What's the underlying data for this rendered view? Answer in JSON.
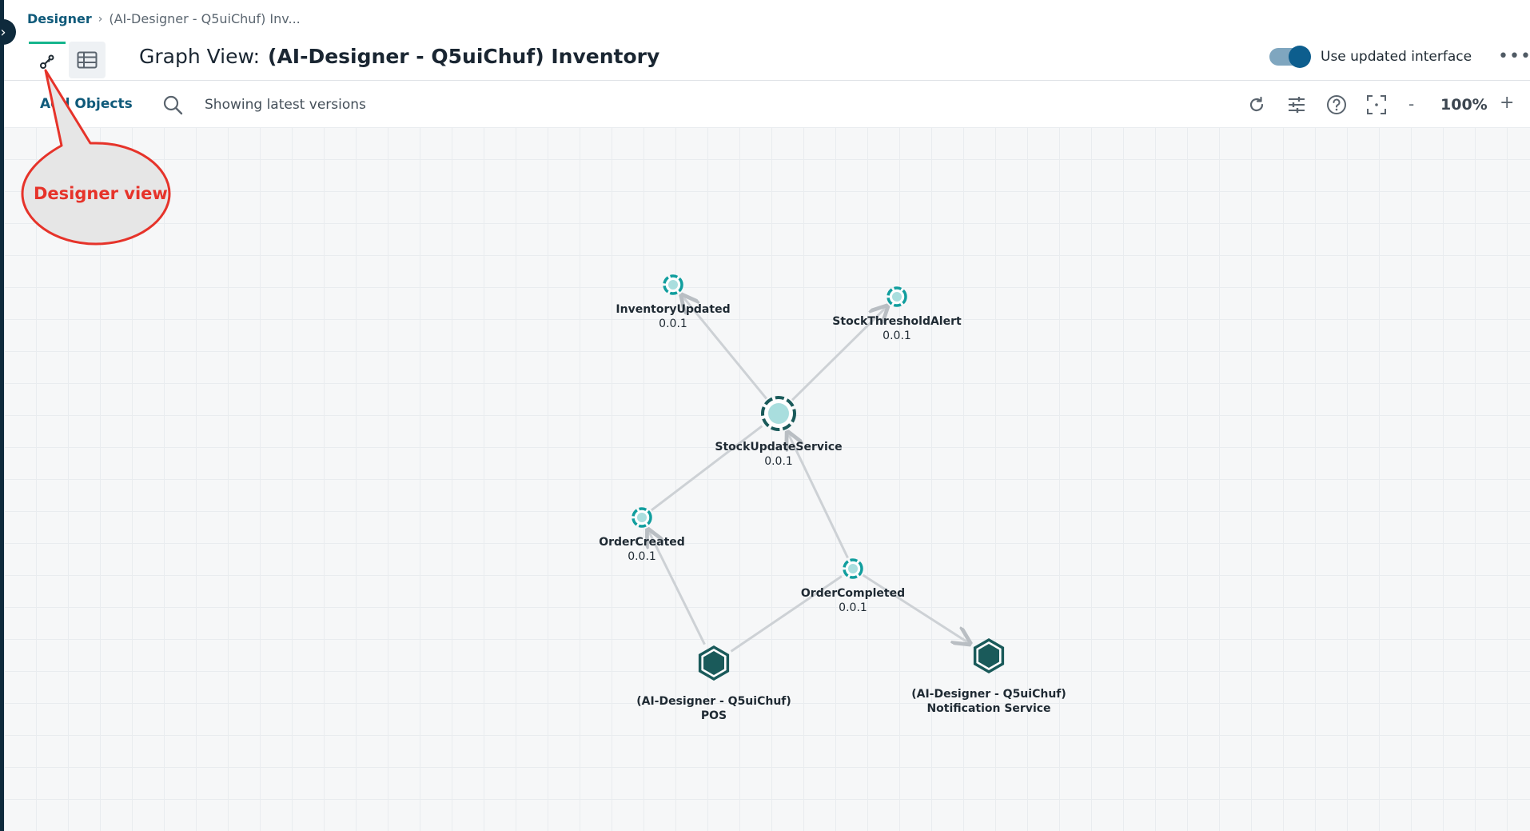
{
  "breadcrumb": {
    "root": "Designer",
    "current": "(AI-Designer - Q5uiChuf) Inv..."
  },
  "header": {
    "title_prefix": "Graph View:",
    "title": "(AI-Designer - Q5uiChuf) Inventory",
    "toggle_label": "Use updated interface",
    "toggle_on": true,
    "more_label": "•••"
  },
  "toolbar": {
    "add_objects": "Add Objects",
    "version_filter": "Showing latest versions",
    "zoom_level": "100%",
    "zoom_minus": "-",
    "zoom_plus": "+",
    "icons": [
      "refresh-icon",
      "filter-sliders-icon",
      "help-icon",
      "fit-view-icon"
    ]
  },
  "graph": {
    "nodes": [
      {
        "id": "inventory_updated",
        "type": "event",
        "name": "InventoryUpdated",
        "version": "0.0.1"
      },
      {
        "id": "stock_threshold_alert",
        "type": "event",
        "name": "StockThresholdAlert",
        "version": "0.0.1"
      },
      {
        "id": "stock_update_service",
        "type": "service",
        "name": "StockUpdateService",
        "version": "0.0.1"
      },
      {
        "id": "order_created",
        "type": "event",
        "name": "OrderCreated",
        "version": "0.0.1"
      },
      {
        "id": "order_completed",
        "type": "event",
        "name": "OrderCompleted",
        "version": "0.0.1"
      },
      {
        "id": "pos",
        "type": "app",
        "name": "(AI-Designer - Q5uiChuf)",
        "name2": "POS"
      },
      {
        "id": "notification_service",
        "type": "app",
        "name": "(AI-Designer - Q5uiChuf)",
        "name2": "Notification Service"
      }
    ],
    "edges": [
      {
        "from": "stock_update_service",
        "to": "inventory_updated",
        "arrow": true
      },
      {
        "from": "stock_update_service",
        "to": "stock_threshold_alert",
        "arrow": true
      },
      {
        "from": "order_created",
        "to": "stock_update_service",
        "arrow": false
      },
      {
        "from": "order_completed",
        "to": "stock_update_service",
        "arrow": true
      },
      {
        "from": "pos",
        "to": "order_created",
        "arrow": true
      },
      {
        "from": "pos",
        "to": "order_completed",
        "arrow": false
      },
      {
        "from": "order_completed",
        "to": "notification_service",
        "arrow": true
      }
    ]
  },
  "annotation": {
    "callout_text": "Designer view",
    "color": "#e6332a"
  },
  "colors": {
    "accent": "#0f5a7a",
    "tab_underline": "#15b58d",
    "event_node": "#119e9e",
    "service_node": "#1a5a5a",
    "app_node": "#1a5a5a",
    "edge": "#cdd1d5"
  }
}
